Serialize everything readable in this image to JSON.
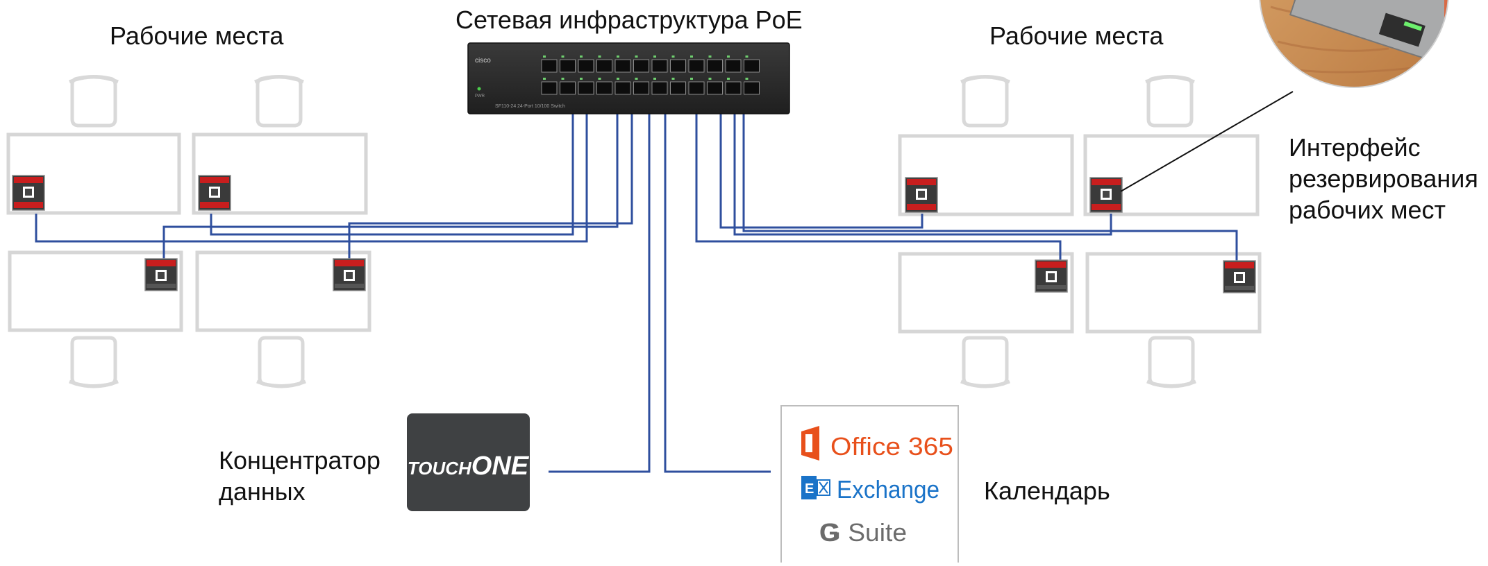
{
  "labels": {
    "infra_title": "Сетевая инфраструктура PoE",
    "workplaces_left": "Рабочие места",
    "workplaces_right": "Рабочие места",
    "booking_interface": [
      "Интерфейс",
      "резервирования",
      "рабочих мест"
    ],
    "data_hub": [
      "Концентратор",
      "данных"
    ],
    "calendar": "Календарь"
  },
  "switch": {
    "brand": "cisco",
    "model": "SF110-24",
    "description": "24-Port 10/100 Switch",
    "led_label": "PWR"
  },
  "hub_logo": {
    "part1": "TOUCH",
    "part2": "ONE"
  },
  "calendar_services": {
    "office": "Office 365",
    "exchange": "Exchange",
    "gsuite": "G Suite"
  },
  "colors": {
    "cable": "#2f4f9e",
    "desk_outline": "#d6d6d6",
    "chair_outline": "#d9d9d9",
    "switch_body": "#2b2b2b",
    "device_accent": "#c81e1e",
    "hub_bg": "#3f4143",
    "office_orange": "#e8501b",
    "exchange_blue": "#1a73c8",
    "gsuite_gray": "#6b6b6b"
  },
  "icons": {
    "switch": "network-switch-icon",
    "booking_device": "desk-booking-panel-icon",
    "desk": "desk-icon",
    "chair": "chair-icon",
    "zoom": "desk-closeup-photo",
    "office": "office-logo-icon",
    "exchange": "exchange-logo-icon",
    "gsuite": "g-logo-icon"
  }
}
